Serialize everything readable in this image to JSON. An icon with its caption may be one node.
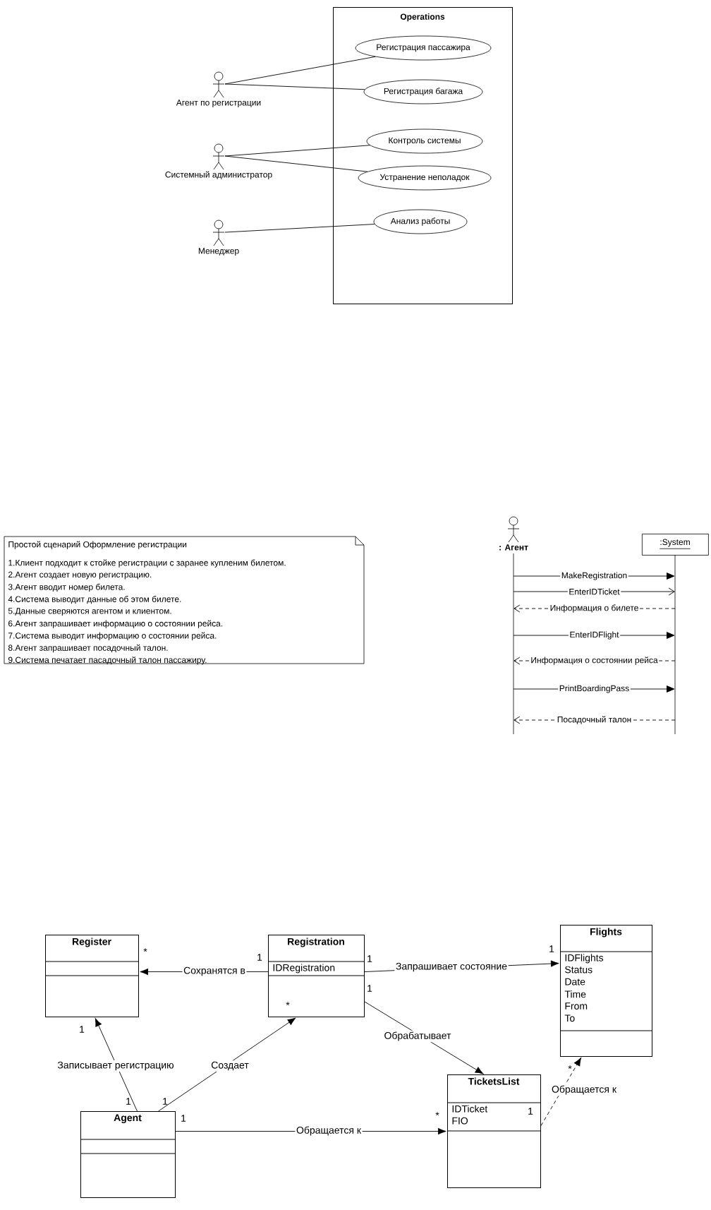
{
  "diagram": {
    "nodes": [
      {
        "text": [
          "Operations"
        ]
      },
      {
        "text": [
          "Регистрация пассажира"
        ],
        "in": 0
      },
      {
        "text": [
          "Регистрация багажа"
        ],
        "in": 0
      },
      {
        "text": [
          "Контроль системы"
        ],
        "in": 0
      },
      {
        "text": [
          "Устранение неполадок"
        ],
        "in": 0
      },
      {
        "text": [
          "Анализ работы"
        ],
        "in": 0
      },
      {
        "text": [
          "Агент по регистрации"
        ]
      },
      {
        "text": [
          "Системный администратор"
        ]
      },
      {
        "text": [
          "Менеджер"
        ]
      },
      {
        "text": [
          "Простой сценарий Оформление регистрации",
          "1.Клиент подходит к стойке регистрации с заранее купленим билетом.",
          "2.Агент создает новую регистрацию.",
          "3.Агент вводит номер билета.",
          "4.Система выводит данные об этом билете.",
          "5.Данные сверяются агентом и клиентом.",
          "6.Агент запрашивает информацию о состоянии рейса.",
          "7.Система выводит информацию о состоянии рейса.",
          "8.Агент запрашивает посадочный талон.",
          "9.Система печатает пасадочный талон пассажиру."
        ]
      },
      {
        "text": [
          ": Агент"
        ]
      },
      {
        "text": [
          ":System"
        ]
      },
      {
        "text": [
          "Register"
        ]
      },
      {
        "text": [
          "Registration",
          "IDRegistration"
        ]
      },
      {
        "text": [
          "Flights",
          "IDFlights",
          "Status",
          "Date",
          "Time",
          "From",
          "To"
        ]
      },
      {
        "text": [
          "Agent"
        ]
      },
      {
        "text": [
          "TicketsList",
          "IDTicket",
          "FIO"
        ]
      }
    ],
    "edges": [
      {
        "from": 6,
        "to": 1,
        "arrow": "none"
      },
      {
        "from": 6,
        "to": 2,
        "arrow": "none"
      },
      {
        "from": 7,
        "to": 3,
        "arrow": "none"
      },
      {
        "from": 7,
        "to": 4,
        "arrow": "none"
      },
      {
        "from": 8,
        "to": 5,
        "arrow": "none"
      },
      {
        "from": 10,
        "to": 11,
        "arrow": "to",
        "label": "MakeRegistration"
      },
      {
        "from": 10,
        "to": 11,
        "arrow": "to",
        "label": "EnterIDTicket"
      },
      {
        "from": 11,
        "to": 10,
        "arrow": "to",
        "label": "Информация о билете",
        "style": "dashed"
      },
      {
        "from": 10,
        "to": 11,
        "arrow": "to",
        "label": "EnterIDFlight"
      },
      {
        "from": 11,
        "to": 10,
        "arrow": "to",
        "label": "Информация о состоянии рейса",
        "style": "dashed"
      },
      {
        "from": 10,
        "to": 11,
        "arrow": "to",
        "label": "PrintBoardingPass"
      },
      {
        "from": 11,
        "to": 10,
        "arrow": "to",
        "label": "Посадочный талон",
        "style": "dashed"
      },
      {
        "from": 13,
        "to": 12,
        "arrow": "to",
        "label": "Сохранятся в"
      },
      {
        "from": 13,
        "to": 14,
        "arrow": "to",
        "label": "Запрашивает состояние"
      },
      {
        "from": 13,
        "to": 16,
        "arrow": "to",
        "label": "Обрабатывает"
      },
      {
        "from": 15,
        "to": 12,
        "arrow": "to",
        "label": "Записывает регистрацию"
      },
      {
        "from": 15,
        "to": 13,
        "arrow": "to",
        "label": "Создает"
      },
      {
        "from": 15,
        "to": 16,
        "arrow": "to",
        "label": "Обращается к"
      },
      {
        "from": 16,
        "to": 14,
        "arrow": "to",
        "label": "Обращается к",
        "style": "dashed"
      }
    ],
    "labels": [
      "*",
      "1",
      "1",
      "1",
      "1",
      "*",
      "1",
      "*",
      "1",
      "1",
      "1",
      "1",
      "*"
    ]
  }
}
